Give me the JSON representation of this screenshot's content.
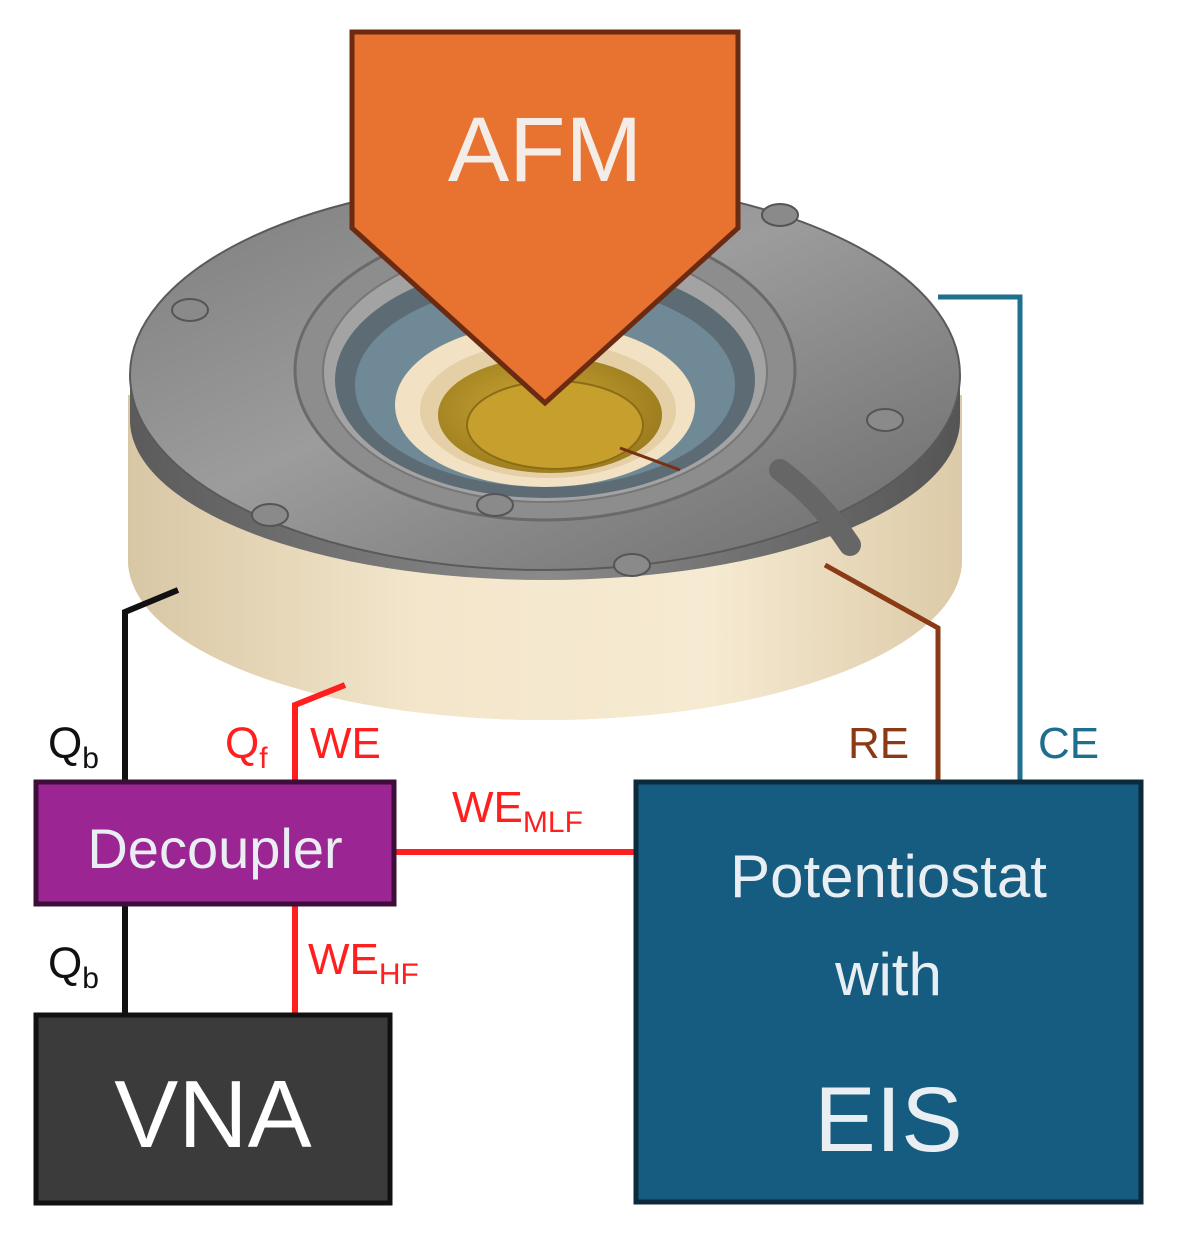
{
  "labels": {
    "afm": "AFM",
    "decoupler": "Decoupler",
    "vna": "VNA",
    "potentiostat_line1": "Potentiostat",
    "potentiostat_line2": "with",
    "potentiostat_line3": "EIS",
    "qb_top": "Q",
    "qb_top_sub": "b",
    "qf": "Q",
    "qf_sub": "f",
    "we": "WE",
    "we_mlf": "WE",
    "we_mlf_sub": "MLF",
    "we_hf": "WE",
    "we_hf_sub": "HF",
    "qb_bottom": "Q",
    "qb_bottom_sub": "b",
    "re": "RE",
    "ce": "CE"
  },
  "colors": {
    "afm_fill": "#e8722f",
    "afm_stroke": "#6b2b12",
    "decoupler_fill": "#9b2593",
    "decoupler_stroke": "#3e0e3b",
    "vna_fill": "#3b3b3b",
    "potentiostat_fill": "#165c80",
    "wire_black": "#111111",
    "wire_red": "#ff1f1f",
    "wire_brown": "#8a3a14",
    "wire_blue": "#1f6f8f"
  },
  "icons": [
    "afm-probe-arrow",
    "sample-stage-cell"
  ]
}
